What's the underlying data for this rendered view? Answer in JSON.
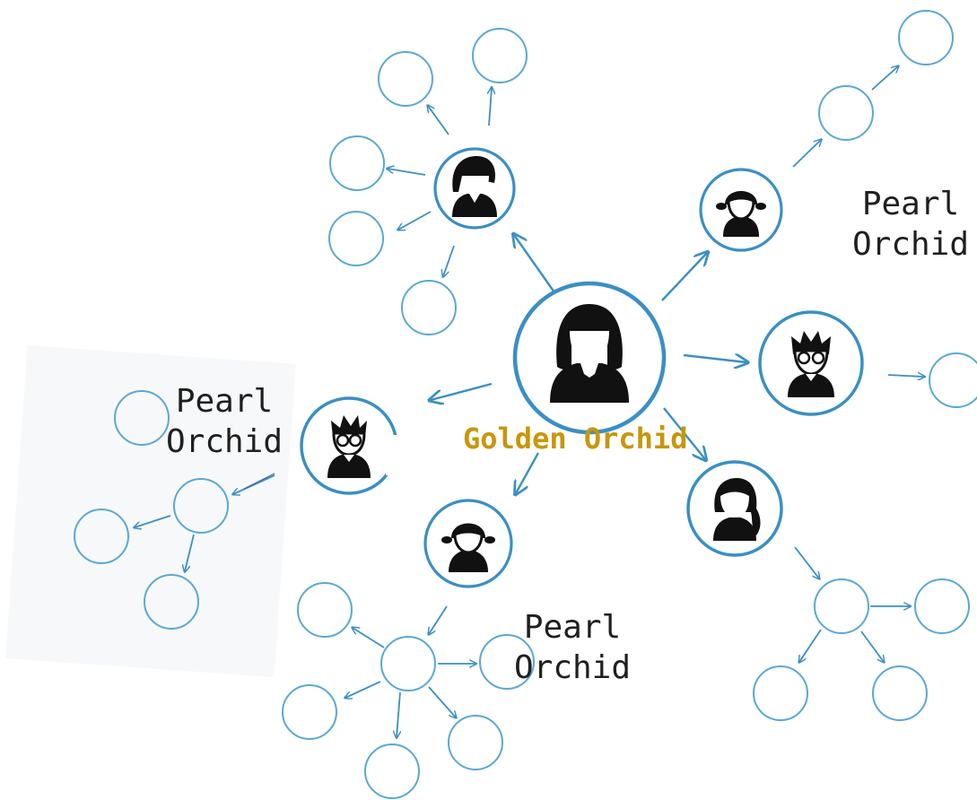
{
  "center": {
    "label": "Golden Orchid"
  },
  "labels": [
    {
      "id": "right-top",
      "line1": "Pearl",
      "line2": "Orchid"
    },
    {
      "id": "left",
      "line1": "Pearl",
      "line2": "Orchid"
    },
    {
      "id": "bottom",
      "line1": "Pearl",
      "line2": "Orchid"
    }
  ],
  "colors": {
    "bubble": "#3a8fc4",
    "center_label": "#c8960a",
    "icon": "#111111",
    "text": "#1f1f1f"
  },
  "icons": {
    "center": "woman-long-hair-icon",
    "top_left": "woman-short-hair-icon",
    "top_right": "girl-pigtails-icon",
    "right": "boy-glasses-icon",
    "bottom_right": "girl-ponytail-icon",
    "bottom": "girl-pigtails-icon",
    "left": "boy-glasses-icon"
  }
}
